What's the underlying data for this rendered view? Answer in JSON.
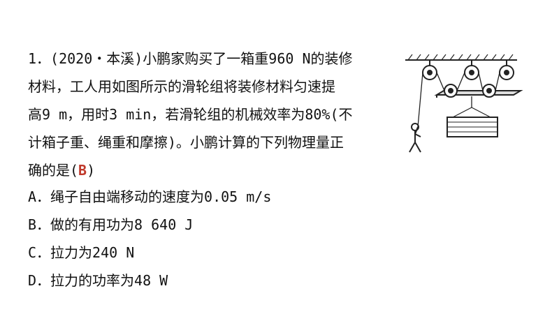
{
  "question": {
    "lines": [
      "1．(2020・本溪)小鹏家购买了一箱重960 N的装修",
      "材料，工人用如图所示的滑轮组将装修材料匀速提",
      "高9 m，用时3 min，若滑轮组的机械效率为80%(不",
      "计箱子重、绳重和摩擦)。小鹏计算的下列物理量正"
    ],
    "last_prefix": "确的是(",
    "answer": "B",
    "last_suffix": ")"
  },
  "options": [
    {
      "letter": "A．",
      "text": "绳子自由端移动的速度为0.05 m/s"
    },
    {
      "letter": "B．",
      "text": "做的有用功为8 640 J"
    },
    {
      "letter": "C．",
      "text": "拉力为240 N"
    },
    {
      "letter": "D．",
      "text": "拉力的功率为48 W"
    }
  ],
  "colors": {
    "answer": "#c0392b"
  }
}
